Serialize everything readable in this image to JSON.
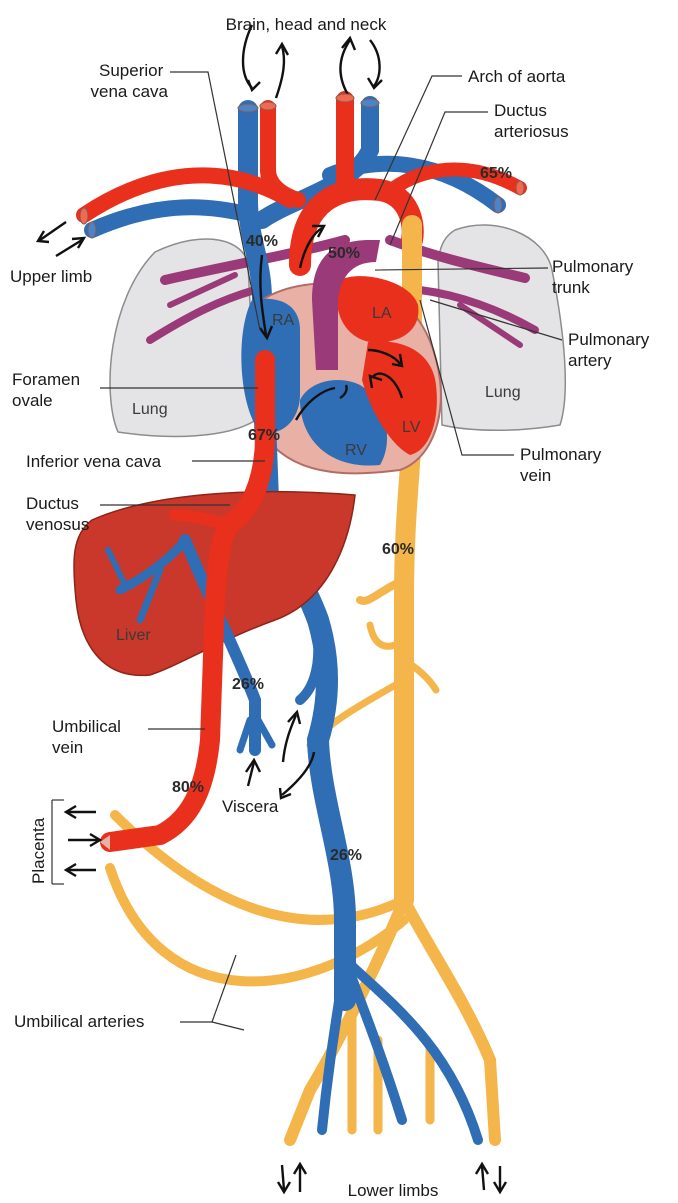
{
  "labels": {
    "brain": "Brain, head and neck",
    "svc": [
      "Superior",
      "vena cava"
    ],
    "arch": "Arch of aorta",
    "ductus_art": [
      "Ductus",
      "arteriosus"
    ],
    "upper_limb": "Upper limb",
    "pulm_trunk": [
      "Pulmonary",
      "trunk"
    ],
    "pulm_artery": [
      "Pulmonary",
      "artery"
    ],
    "foramen": [
      "Foramen",
      "ovale"
    ],
    "lung_left": "Lung",
    "lung_right": "Lung",
    "ivc": "Inferior vena cava",
    "pulm_vein": [
      "Pulmonary",
      "vein"
    ],
    "ductus_ven": [
      "Ductus",
      "venosus"
    ],
    "liver": "Liver",
    "umb_vein": [
      "Umbilical",
      "vein"
    ],
    "viscera": "Viscera",
    "placenta": "Placenta",
    "umb_arteries": "Umbilical arteries",
    "lower_limbs": "Lower limbs",
    "ra": "RA",
    "la": "LA",
    "rv": "RV",
    "lv": "LV"
  },
  "percentages": {
    "p65": "65%",
    "p40": "40%",
    "p50": "50%",
    "p67": "67%",
    "p60": "60%",
    "p26_viscera": "26%",
    "p80": "80%",
    "p26_aorta": "26%"
  },
  "colors": {
    "oxygenated": "#e8301c",
    "deoxygenated": "#2f6db4",
    "mixed_arterial": "#f4b64a",
    "pulmonary": "#9a3a78",
    "lung": "#e4e4e6",
    "liver": "#c9382a"
  }
}
